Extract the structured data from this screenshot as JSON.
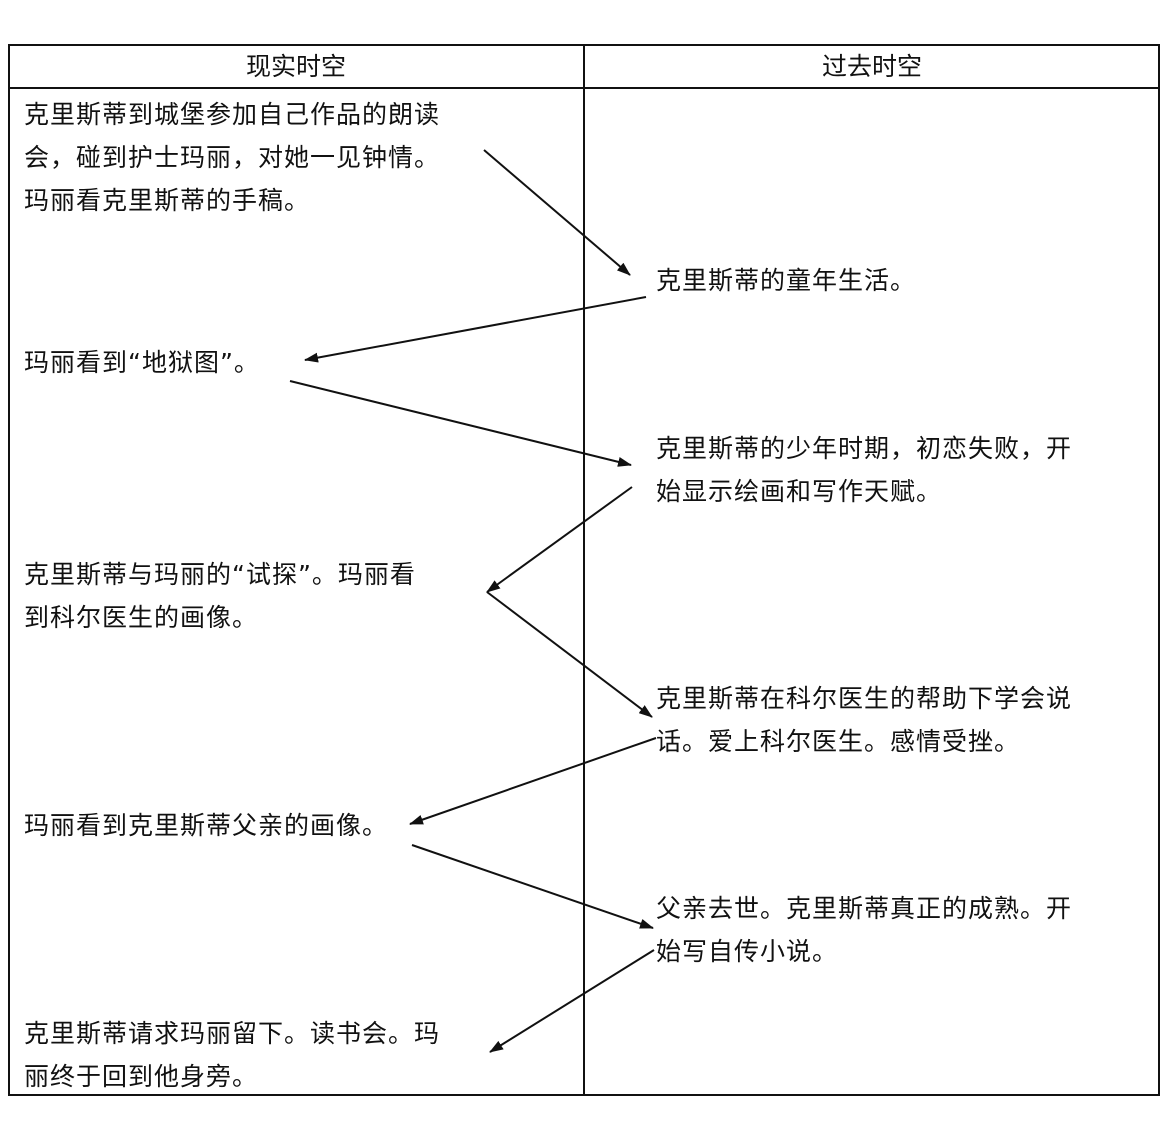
{
  "headers": {
    "reality": "现实时空",
    "past": "过去时空"
  },
  "reality_events": [
    "克里斯蒂到城堡参加自己作品的朗读\n会，碰到护士玛丽，对她一见钟情。\n玛丽看克里斯蒂的手稿。",
    "玛丽看到“地狱图”。",
    "克里斯蒂与玛丽的“试探”。玛丽看\n到科尔医生的画像。",
    "玛丽看到克里斯蒂父亲的画像。",
    "克里斯蒂请求玛丽留下。读书会。玛\n丽终于回到他身旁。"
  ],
  "past_events": [
    "克里斯蒂的童年生活。",
    "克里斯蒂的少年时期，初恋失败，开\n始显示绘画和写作天赋。",
    "克里斯蒂在科尔医生的帮助下学会说\n话。爱上科尔医生。感情受挫。",
    "父亲去世。克里斯蒂真正的成熟。开\n始写自传小说。"
  ],
  "colors": {
    "line": "#111111",
    "text": "#111111",
    "background": "#ffffff"
  }
}
